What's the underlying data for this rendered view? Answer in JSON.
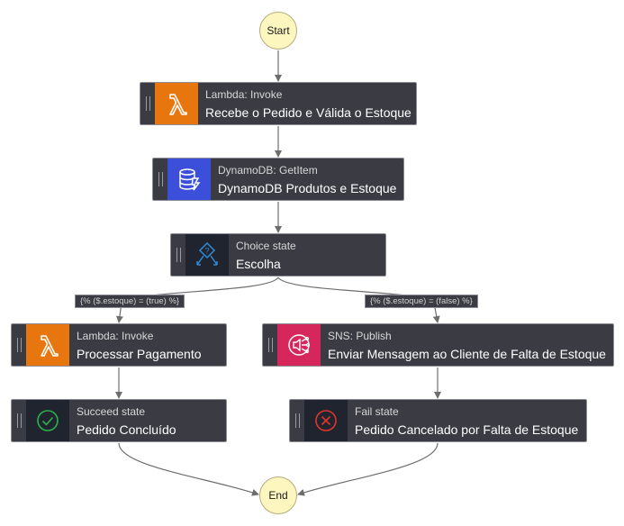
{
  "start": "Start",
  "end": "End",
  "states": {
    "receive": {
      "type": "Lambda: Invoke",
      "name": "Recebe o Pedido e Válida o Estoque",
      "icon": "lambda-icon",
      "color": "#e8760e"
    },
    "dynamo": {
      "type": "DynamoDB: GetItem",
      "name": "DynamoDB Produtos e Estoque",
      "icon": "dynamodb-icon",
      "color": "#3c4fdb"
    },
    "choice": {
      "type": "Choice state",
      "name": "Escolha",
      "icon": "choice-icon"
    },
    "payment": {
      "type": "Lambda: Invoke",
      "name": "Processar Pagamento",
      "icon": "lambda-icon",
      "color": "#e8760e"
    },
    "sns": {
      "type": "SNS: Publish",
      "name": "Enviar Mensagem ao Cliente de Falta de Estoque",
      "icon": "sns-icon",
      "color": "#d6275d"
    },
    "succeed": {
      "type": "Succeed state",
      "name": "Pedido Concluído",
      "icon": "check-circle-icon",
      "color": "#2bb34a"
    },
    "fail": {
      "type": "Fail state",
      "name": "Pedido Cancelado por Falta de Estoque",
      "icon": "x-circle-icon",
      "color": "#e0352b"
    }
  },
  "conditions": {
    "true_branch": "{% ($.estoque) = (true) %}",
    "false_branch": "{% ($.estoque) = (false) %}"
  }
}
